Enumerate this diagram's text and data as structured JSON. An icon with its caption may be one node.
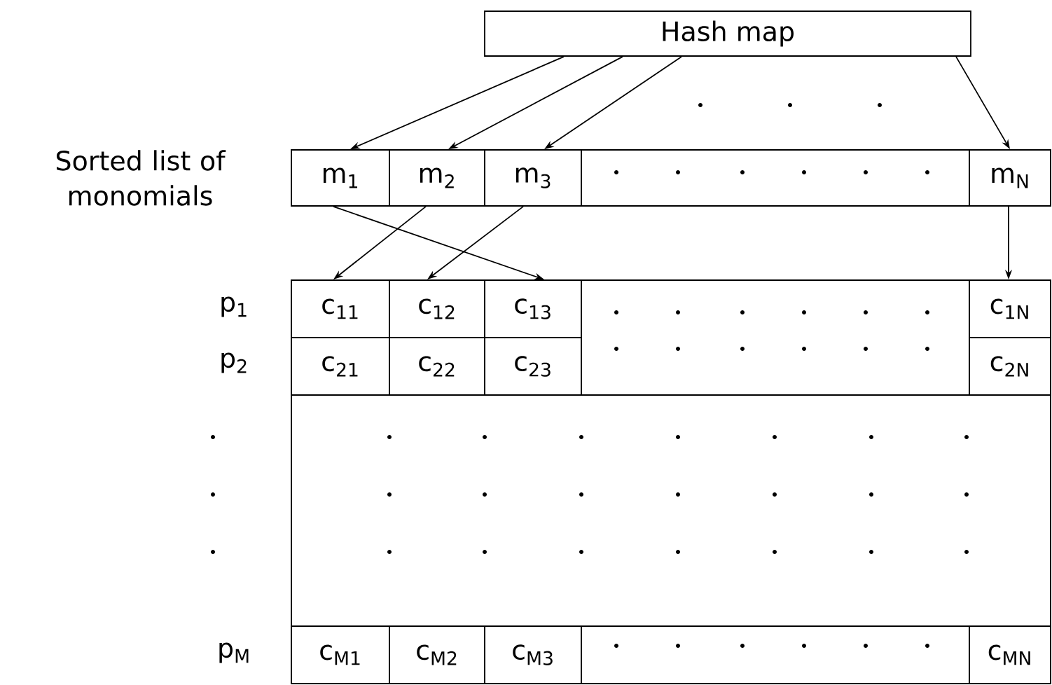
{
  "diagram": {
    "nodes": [
      {
        "text": [
          "Hash map"
        ]
      },
      {
        "text": [
          "m$_{1}$"
        ]
      },
      {
        "text": [
          "m$_{2}$"
        ]
      },
      {
        "text": [
          "m$_{3}$"
        ]
      },
      {
        "text": [
          "m$_{N}$"
        ]
      },
      {
        "text": [
          "c$_{11}$"
        ]
      },
      {
        "text": [
          "c$_{12}$"
        ]
      },
      {
        "text": [
          "c$_{13}$"
        ]
      },
      {
        "text": [
          "c$_{1N}$"
        ]
      },
      {
        "text": [
          "c$_{21}$"
        ]
      },
      {
        "text": [
          "c$_{22}$"
        ]
      },
      {
        "text": [
          "c$_{23}$"
        ]
      },
      {
        "text": [
          "c$_{2N}$"
        ]
      },
      {
        "text": [
          "c$_{M1}$"
        ]
      },
      {
        "text": [
          "c$_{M2}$"
        ]
      },
      {
        "text": [
          "c$_{M3}$"
        ]
      },
      {
        "text": [
          "c$_{MN}$"
        ]
      }
    ],
    "edges": [
      {
        "from": 0,
        "to": 1,
        "arrow": "to"
      },
      {
        "from": 0,
        "to": 2,
        "arrow": "to"
      },
      {
        "from": 0,
        "to": 3,
        "arrow": "to"
      },
      {
        "from": 0,
        "to": 4,
        "arrow": "to"
      },
      {
        "from": 1,
        "to": 7,
        "arrow": "to"
      },
      {
        "from": 2,
        "to": 5,
        "arrow": "to"
      },
      {
        "from": 3,
        "to": 6,
        "arrow": "to"
      },
      {
        "from": 4,
        "to": 8,
        "arrow": "to"
      }
    ],
    "labels": [
      "Sorted list of monomials",
      "p$_{1}$",
      "p$_{2}$",
      "p$_{M}$"
    ]
  }
}
